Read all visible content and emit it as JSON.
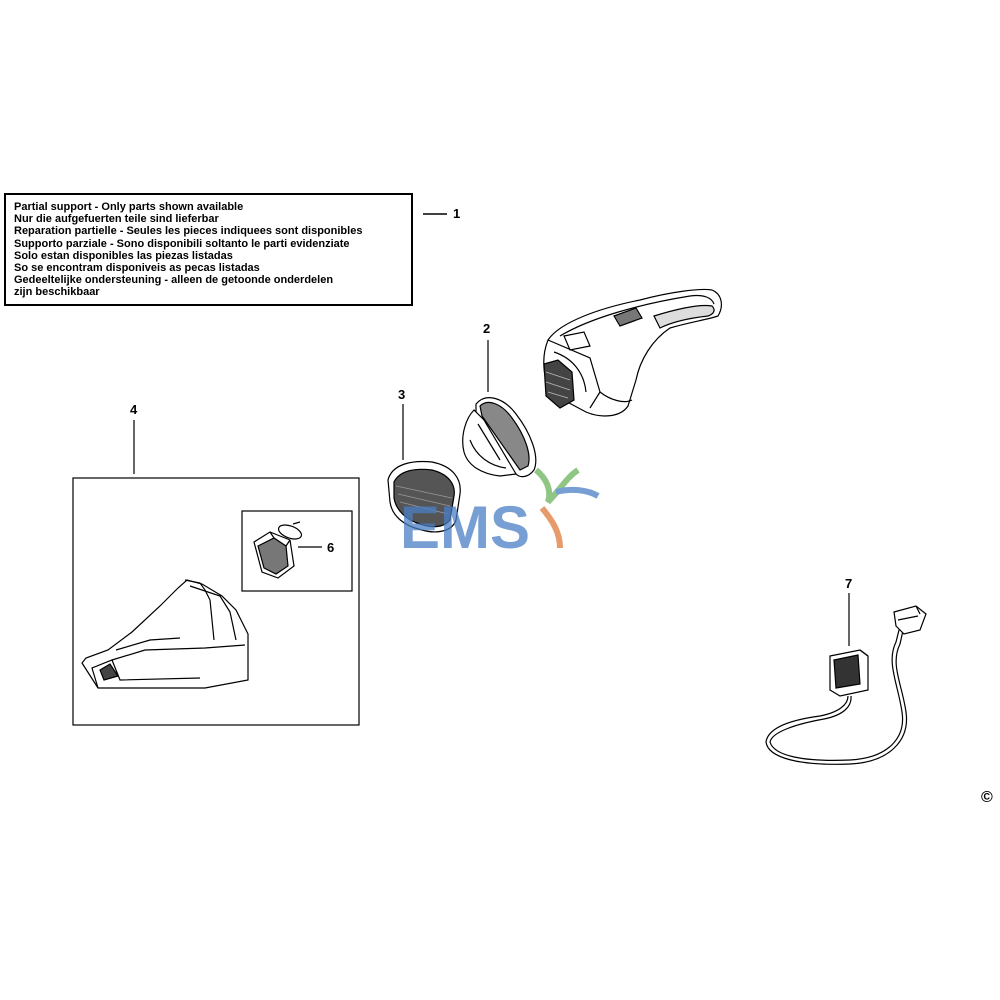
{
  "notice": {
    "lines": [
      "Partial support - Only parts shown available",
      "Nur die aufgefuerten teile sind lieferbar",
      "Reparation partielle - Seules les pieces indiquees sont disponibles",
      "Supporto parziale - Sono disponibili soltanto le parti evidenziate",
      "Solo estan disponibles las piezas listadas",
      "So se encontram disponiveis as pecas listadas",
      "Gedeeltelijke ondersteuning - alleen de getoonde onderdelen",
      "zijn beschikbaar"
    ]
  },
  "labels": {
    "part1": "1",
    "part2": "2",
    "part3": "3",
    "part4": "4",
    "part6": "6",
    "part7": "7"
  },
  "watermark": {
    "text": "EMS",
    "colors": [
      "#4a7fc6",
      "#e07a3a",
      "#6bb35a"
    ]
  },
  "copyright": "©"
}
